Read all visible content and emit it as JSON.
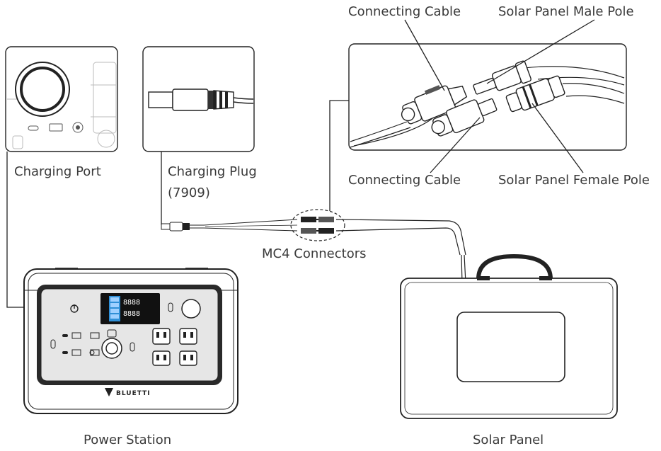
{
  "labels": {
    "connecting_cable_top": "Connecting Cable",
    "solar_male_pole": "Solar Panel Male Pole",
    "charging_port": "Charging Port",
    "charging_plug": "Charging Plug",
    "charging_plug_model": "(7909)",
    "connecting_cable_bottom": "Connecting Cable",
    "solar_female_pole": "Solar Panel Female Pole",
    "mc4_connectors": "MC4 Connectors",
    "power_station": "Power Station",
    "solar_panel": "Solar Panel"
  },
  "device": {
    "brand": "BLUETTI",
    "display_digits": [
      "8888",
      "8888"
    ]
  },
  "colors": {
    "line": "#222222",
    "panel_gray": "#e6e6e6",
    "dark": "#2a2a2a",
    "screen_blue": "#2f8fd6"
  }
}
